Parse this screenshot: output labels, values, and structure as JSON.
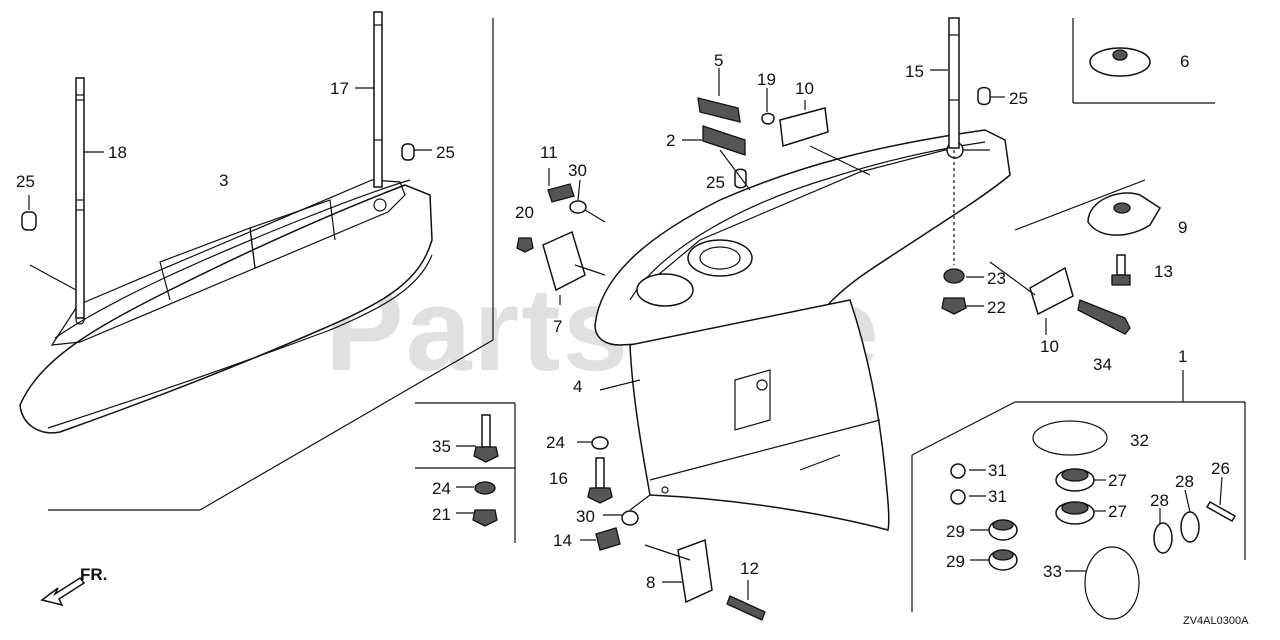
{
  "watermark": "PartsTree",
  "diagram_code": "ZV4AL0300A",
  "direction_label": "FR.",
  "callouts": [
    "1",
    "2",
    "3",
    "4",
    "5",
    "6",
    "7",
    "8",
    "9",
    "10",
    "10",
    "11",
    "12",
    "13",
    "14",
    "15",
    "16",
    "17",
    "18",
    "19",
    "20",
    "21",
    "22",
    "23",
    "24",
    "24",
    "25",
    "25",
    "25",
    "25",
    "26",
    "27",
    "27",
    "28",
    "28",
    "29",
    "29",
    "30",
    "30",
    "31",
    "31",
    "32",
    "33",
    "34",
    "35"
  ]
}
